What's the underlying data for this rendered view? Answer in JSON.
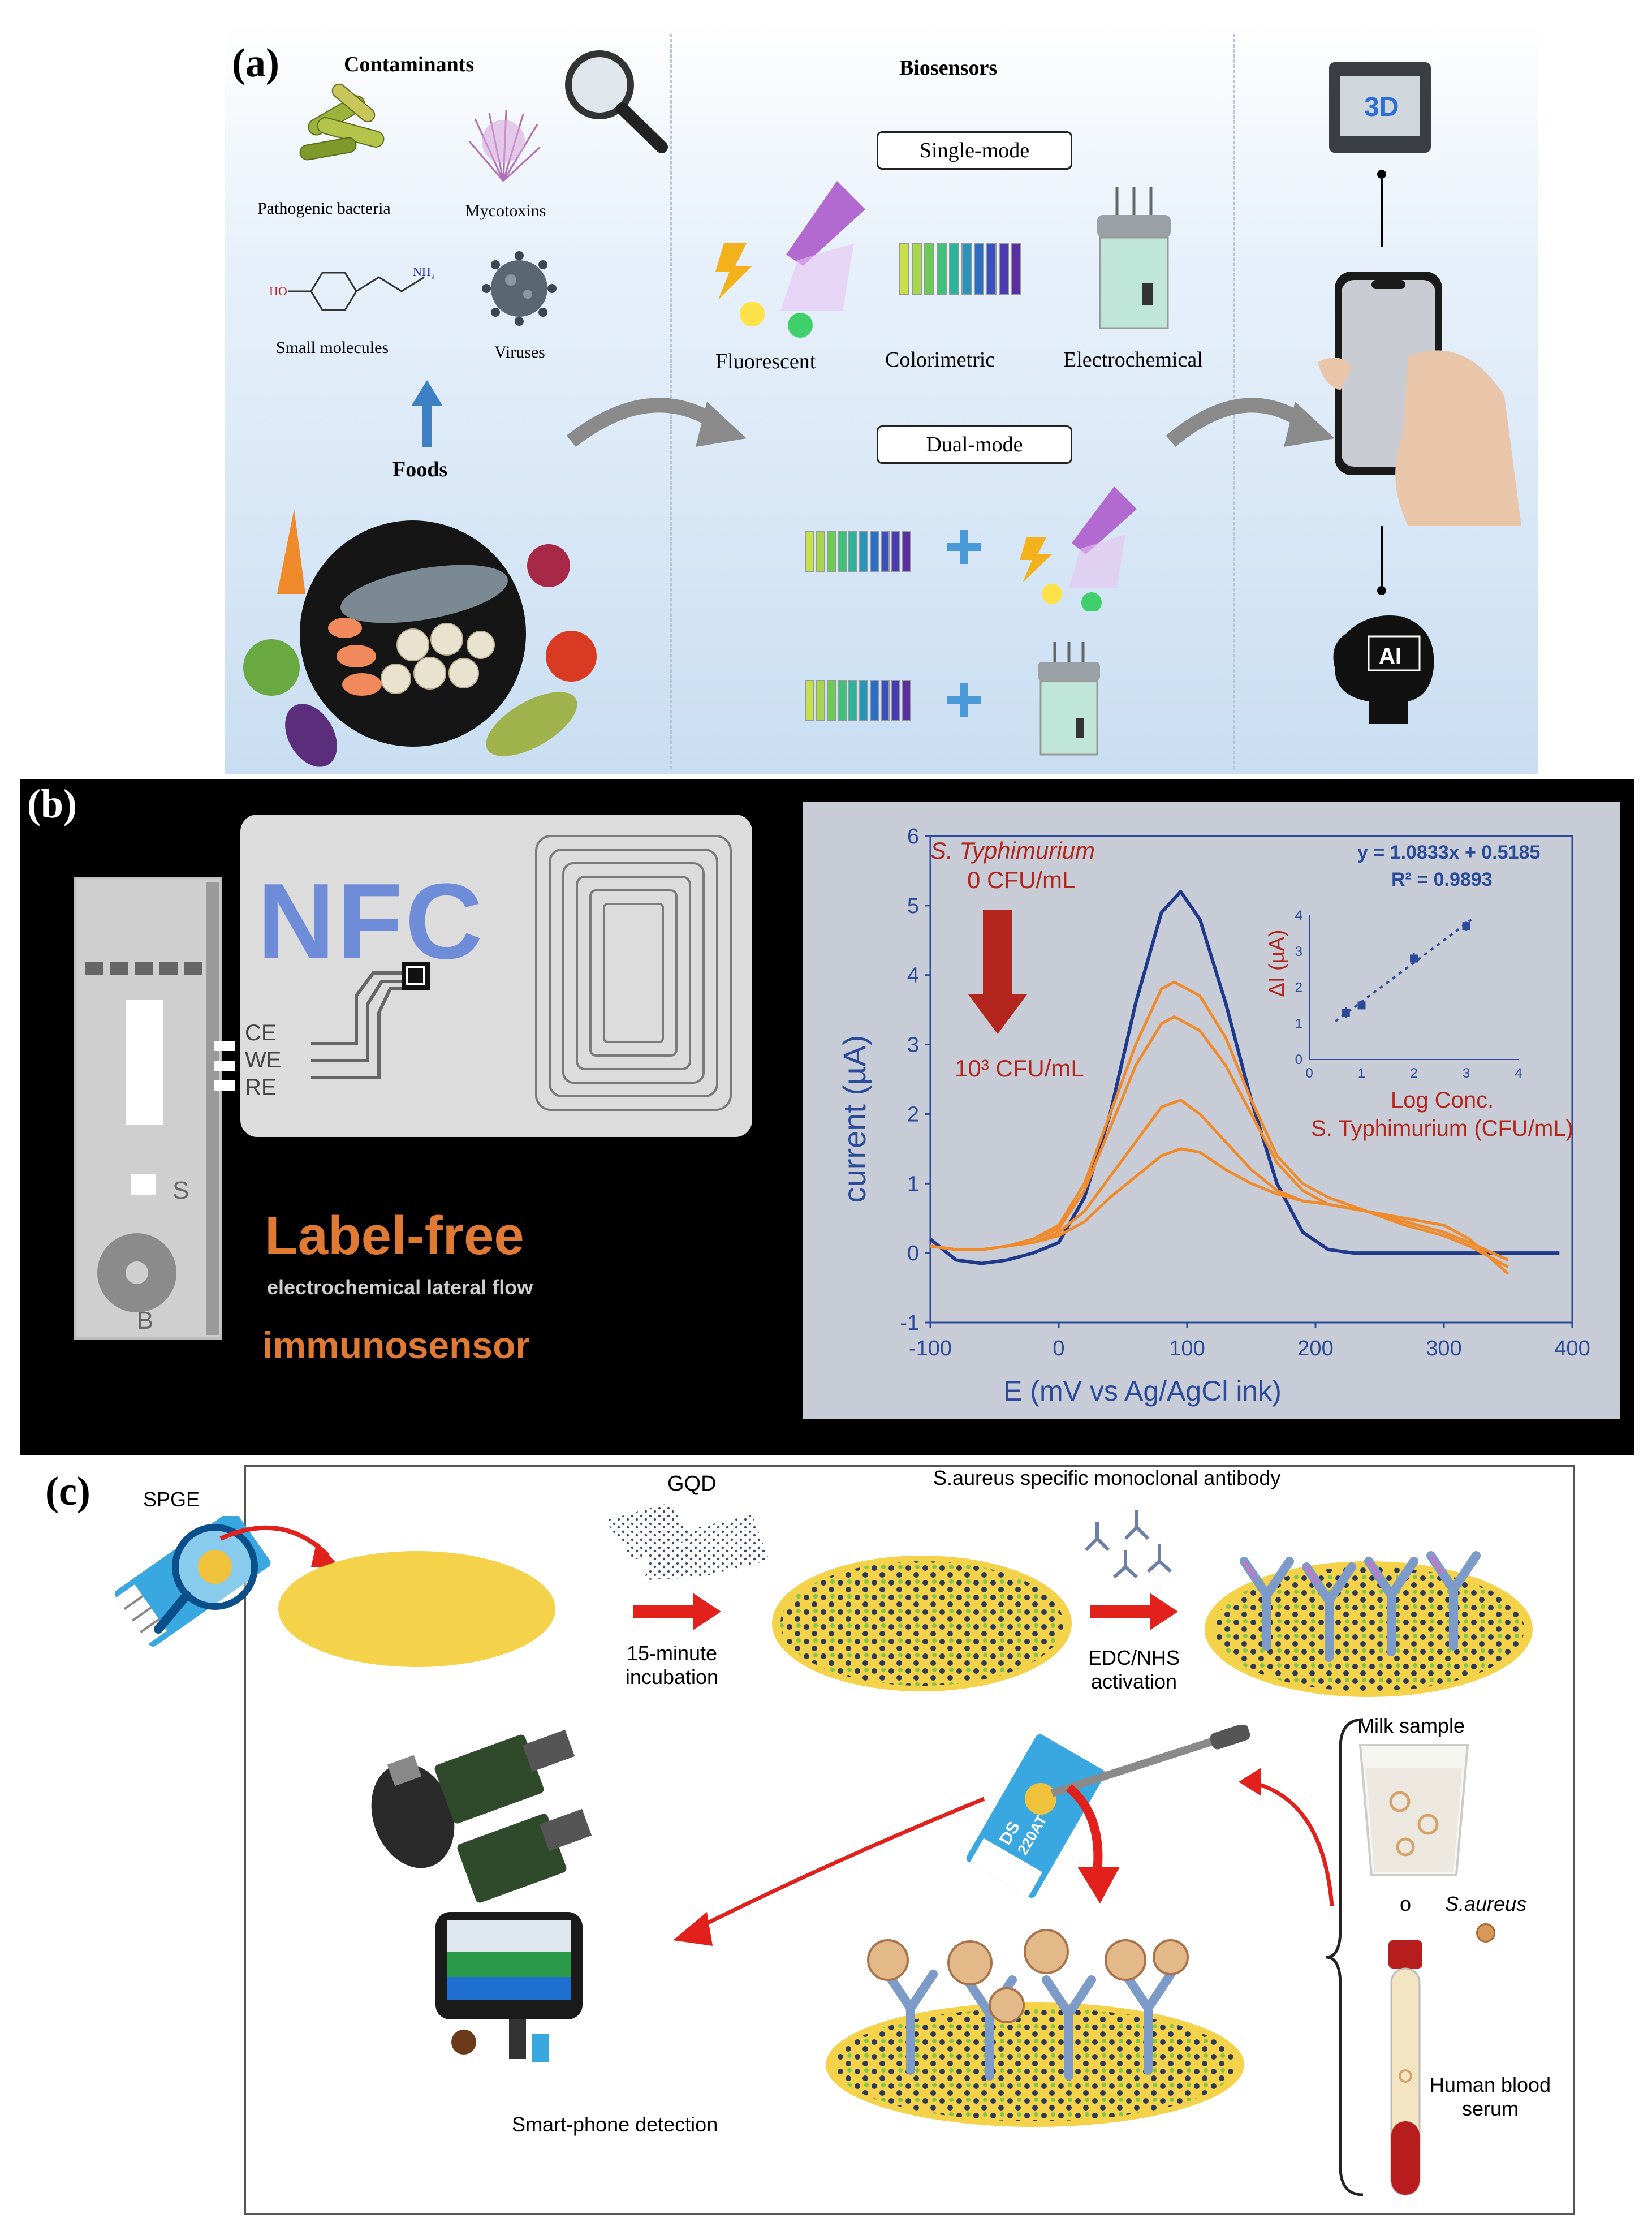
{
  "panel_a": {
    "label": "(a)",
    "contaminants_title": "Contaminants",
    "biosensors_title": "Biosensors",
    "pathogenic_bacteria": "Pathogenic bacteria",
    "mycotoxins": "Mycotoxins",
    "small_molecules": "Small molecules",
    "viruses": "Viruses",
    "foods": "Foods",
    "single_mode": "Single-mode",
    "dual_mode": "Dual-mode",
    "fluorescent": "Fluorescent",
    "colorimetric": "Colorimetric",
    "electrochemical": "Electrochemical",
    "chem_ho": "HO",
    "chem_nh2": "NH₂",
    "printer_text": "3D",
    "ai_text": "AI"
  },
  "panel_b": {
    "label": "(b)",
    "nfc": "NFC",
    "ce": "CE",
    "we": "WE",
    "re": "RE",
    "strip_s": "S",
    "strip_b": "B",
    "title_line1": "Label-free",
    "title_line2": "electrochemical lateral flow",
    "title_line3": "immunosensor"
  },
  "panel_c": {
    "label": "(c)",
    "spge": "SPGE",
    "gqd": "GQD",
    "antibody": "S.aureus specific monoclonal antibody",
    "incubation_line1": "15-minute",
    "incubation_line2": "incubation",
    "activation_line1": "EDC/NHS",
    "activation_line2": "activation",
    "milk_sample": "Milk sample",
    "o": "o",
    "saureus": "S.aureus",
    "blood_line1": "Human blood",
    "blood_line2": "serum",
    "smartphone": "Smart-phone detection",
    "electrode_code": "220AT",
    "electrode_brand": "DS"
  },
  "chart_data": {
    "type": "line",
    "x_label": "E (mV vs Ag/AgCl ink)",
    "y_label": "current (µA)",
    "x_ticks": [
      "-100",
      "0",
      "100",
      "200",
      "300",
      "400"
    ],
    "y_ticks": [
      "-1",
      "0",
      "1",
      "2",
      "3",
      "4",
      "5",
      "6"
    ],
    "xlim": [
      -100,
      400
    ],
    "ylim": [
      -1,
      6
    ],
    "annotations": {
      "species": "S. Typhimurium",
      "conc_high": "0 CFU/mL",
      "conc_low": "10³ CFU/mL"
    },
    "blank_curve_color": "#1f3a8a",
    "sample_curve_color": "#f08a2a",
    "series": [
      {
        "x": [
          -100,
          -80,
          -60,
          -40,
          -20,
          0,
          20,
          40,
          60,
          80,
          95,
          110,
          130,
          150,
          170,
          190,
          210,
          230,
          260,
          300,
          350,
          390
        ],
        "y": [
          0.2,
          -0.1,
          -0.15,
          -0.1,
          0.0,
          0.15,
          0.8,
          2.0,
          3.6,
          4.9,
          5.2,
          4.8,
          3.6,
          2.2,
          1.0,
          0.3,
          0.05,
          0.0,
          0.0,
          0.0,
          0.0,
          0.0
        ]
      },
      {
        "x": [
          -100,
          -80,
          -60,
          -40,
          -20,
          0,
          20,
          40,
          60,
          80,
          90,
          110,
          130,
          150,
          170,
          190,
          210,
          240,
          270,
          300,
          320,
          350
        ],
        "y": [
          0.1,
          0.05,
          0.05,
          0.1,
          0.2,
          0.4,
          1.0,
          2.0,
          3.0,
          3.8,
          3.9,
          3.7,
          3.1,
          2.2,
          1.4,
          1.0,
          0.8,
          0.6,
          0.4,
          0.25,
          0.1,
          -0.2
        ]
      },
      {
        "x": [
          -100,
          -80,
          -60,
          -40,
          -20,
          0,
          20,
          40,
          60,
          80,
          90,
          110,
          130,
          150,
          170,
          190,
          210,
          240,
          270,
          300,
          320,
          350
        ],
        "y": [
          0.1,
          0.05,
          0.05,
          0.1,
          0.2,
          0.35,
          0.9,
          1.8,
          2.7,
          3.3,
          3.4,
          3.2,
          2.7,
          2.0,
          1.3,
          0.9,
          0.7,
          0.6,
          0.45,
          0.3,
          0.15,
          -0.1
        ]
      },
      {
        "x": [
          -100,
          -80,
          -60,
          -40,
          -20,
          0,
          20,
          40,
          60,
          80,
          95,
          110,
          130,
          150,
          170,
          190,
          210,
          240,
          270,
          300,
          320,
          350
        ],
        "y": [
          0.1,
          0.05,
          0.05,
          0.1,
          0.15,
          0.3,
          0.6,
          1.1,
          1.6,
          2.1,
          2.2,
          2.0,
          1.6,
          1.2,
          0.9,
          0.75,
          0.7,
          0.6,
          0.45,
          0.3,
          0.15,
          -0.1
        ]
      },
      {
        "x": [
          -100,
          -80,
          -60,
          -40,
          -20,
          0,
          20,
          40,
          60,
          80,
          95,
          110,
          130,
          150,
          170,
          190,
          210,
          240,
          270,
          300,
          320,
          350
        ],
        "y": [
          0.1,
          0.05,
          0.05,
          0.1,
          0.15,
          0.25,
          0.45,
          0.8,
          1.1,
          1.4,
          1.5,
          1.45,
          1.2,
          1.0,
          0.85,
          0.75,
          0.7,
          0.6,
          0.5,
          0.4,
          0.2,
          -0.3
        ]
      }
    ],
    "inset": {
      "equation": "y = 1.0833x + 0.5185",
      "r2": "R² = 0.9893",
      "x_label_line1": "Log Conc.",
      "x_label_line2": "S. Typhimurium (CFU/mL)",
      "y_label": "ΔI (µA)",
      "x_ticks": [
        "0",
        "1",
        "2",
        "3",
        "4"
      ],
      "y_ticks": [
        "0",
        "1",
        "2",
        "3",
        "4"
      ],
      "xlim": [
        0,
        4
      ],
      "ylim": [
        0,
        4
      ],
      "points": {
        "x": [
          0.7,
          1.0,
          2.0,
          3.0
        ],
        "y": [
          1.3,
          1.5,
          2.8,
          3.7
        ],
        "err": [
          0.15,
          0.08,
          0.15,
          0.12
        ]
      },
      "fit": {
        "slope": 1.0833,
        "intercept": 0.5185
      }
    }
  }
}
